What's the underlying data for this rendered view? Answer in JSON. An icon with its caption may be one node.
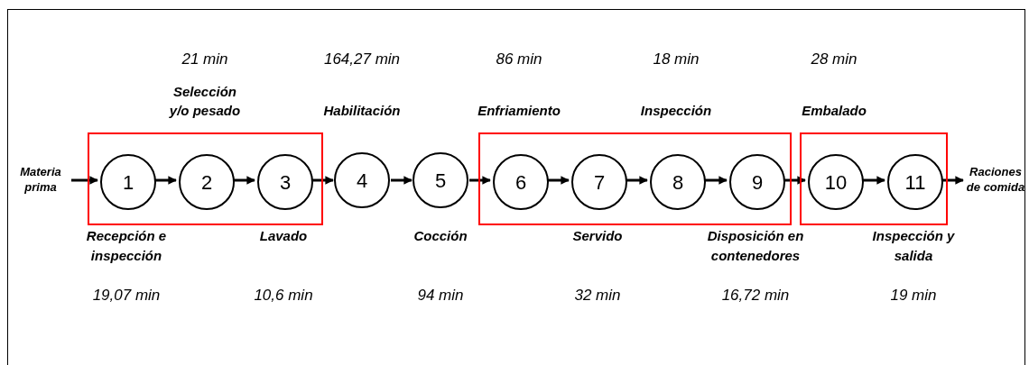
{
  "diagram": {
    "nodes": [
      {
        "text": [
          "Materia prima"
        ]
      },
      {
        "text": [],
        "shape": "box"
      },
      {
        "text": [
          "1"
        ],
        "in": 1,
        "beside": [
          "Recepción e inspección",
          "19,07 min"
        ]
      },
      {
        "text": [
          "2"
        ],
        "in": 1,
        "beside": [
          "21 min",
          "Selección y/o pesado"
        ]
      },
      {
        "text": [
          "3"
        ],
        "in": 1,
        "beside": [
          "Lavado",
          "10,6 min"
        ]
      },
      {
        "text": [
          "4"
        ],
        "beside": [
          "164,27 min",
          "Habilitación"
        ]
      },
      {
        "text": [
          "5"
        ],
        "beside": [
          "Cocción",
          "94 min"
        ]
      },
      {
        "text": [],
        "shape": "box"
      },
      {
        "text": [
          "6"
        ],
        "in": 7,
        "beside": [
          "86 min",
          "Enfriamiento"
        ]
      },
      {
        "text": [
          "7"
        ],
        "in": 7,
        "beside": [
          "Servido",
          "32 min"
        ]
      },
      {
        "text": [
          "8"
        ],
        "in": 7,
        "beside": [
          "18 min",
          "Inspección"
        ]
      },
      {
        "text": [
          "9"
        ],
        "in": 7,
        "beside": [
          "Disposición en contenedores",
          "16,72 min"
        ]
      },
      {
        "text": [],
        "shape": "box"
      },
      {
        "text": [
          "10"
        ],
        "in": 12,
        "beside": [
          "28 min",
          "Embalado"
        ]
      },
      {
        "text": [
          "11"
        ],
        "in": 12,
        "beside": [
          "Inspección y salida",
          "19 min"
        ]
      },
      {
        "text": [
          "Raciones de comida"
        ]
      }
    ],
    "edges": [
      {
        "from": 0,
        "to": 2,
        "arrow": "to"
      },
      {
        "from": 2,
        "to": 3,
        "arrow": "to"
      },
      {
        "from": 3,
        "to": 4,
        "arrow": "to"
      },
      {
        "from": 4,
        "to": 5,
        "arrow": "to"
      },
      {
        "from": 5,
        "to": 6,
        "arrow": "to"
      },
      {
        "from": 6,
        "to": 8,
        "arrow": "to"
      },
      {
        "from": 8,
        "to": 9,
        "arrow": "to"
      },
      {
        "from": 9,
        "to": 10,
        "arrow": "to"
      },
      {
        "from": 10,
        "to": 11,
        "arrow": "to"
      },
      {
        "from": 11,
        "to": 13,
        "arrow": "to"
      },
      {
        "from": 13,
        "to": 14,
        "arrow": "to"
      },
      {
        "from": 14,
        "to": 15,
        "arrow": "to"
      }
    ]
  }
}
